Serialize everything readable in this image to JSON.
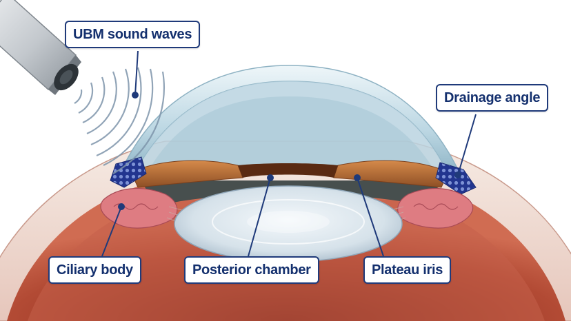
{
  "labels": {
    "ubm_sound_waves": "UBM sound waves",
    "drainage_angle": "Drainage angle",
    "ciliary_body": "Ciliary body",
    "posterior_chamber": "Posterior chamber",
    "plateau_iris": "Plateau iris"
  },
  "colors": {
    "label_border": "#1f3a7a",
    "label_text": "#14306e",
    "leader_line": "#1f3a7a",
    "sclera": "#f1e3dc",
    "choroid": "#b8503e",
    "cornea": "#cfe3ec",
    "iris": "#b8733d",
    "ciliary": "#d9747a",
    "trabecular_mesh": "#2c3e9c",
    "lens": "#dbe6ee",
    "sound_wave": "#7e95ab",
    "probe": "#c9cdd1"
  },
  "icons": {
    "probe": "ultrasound-probe-icon"
  }
}
